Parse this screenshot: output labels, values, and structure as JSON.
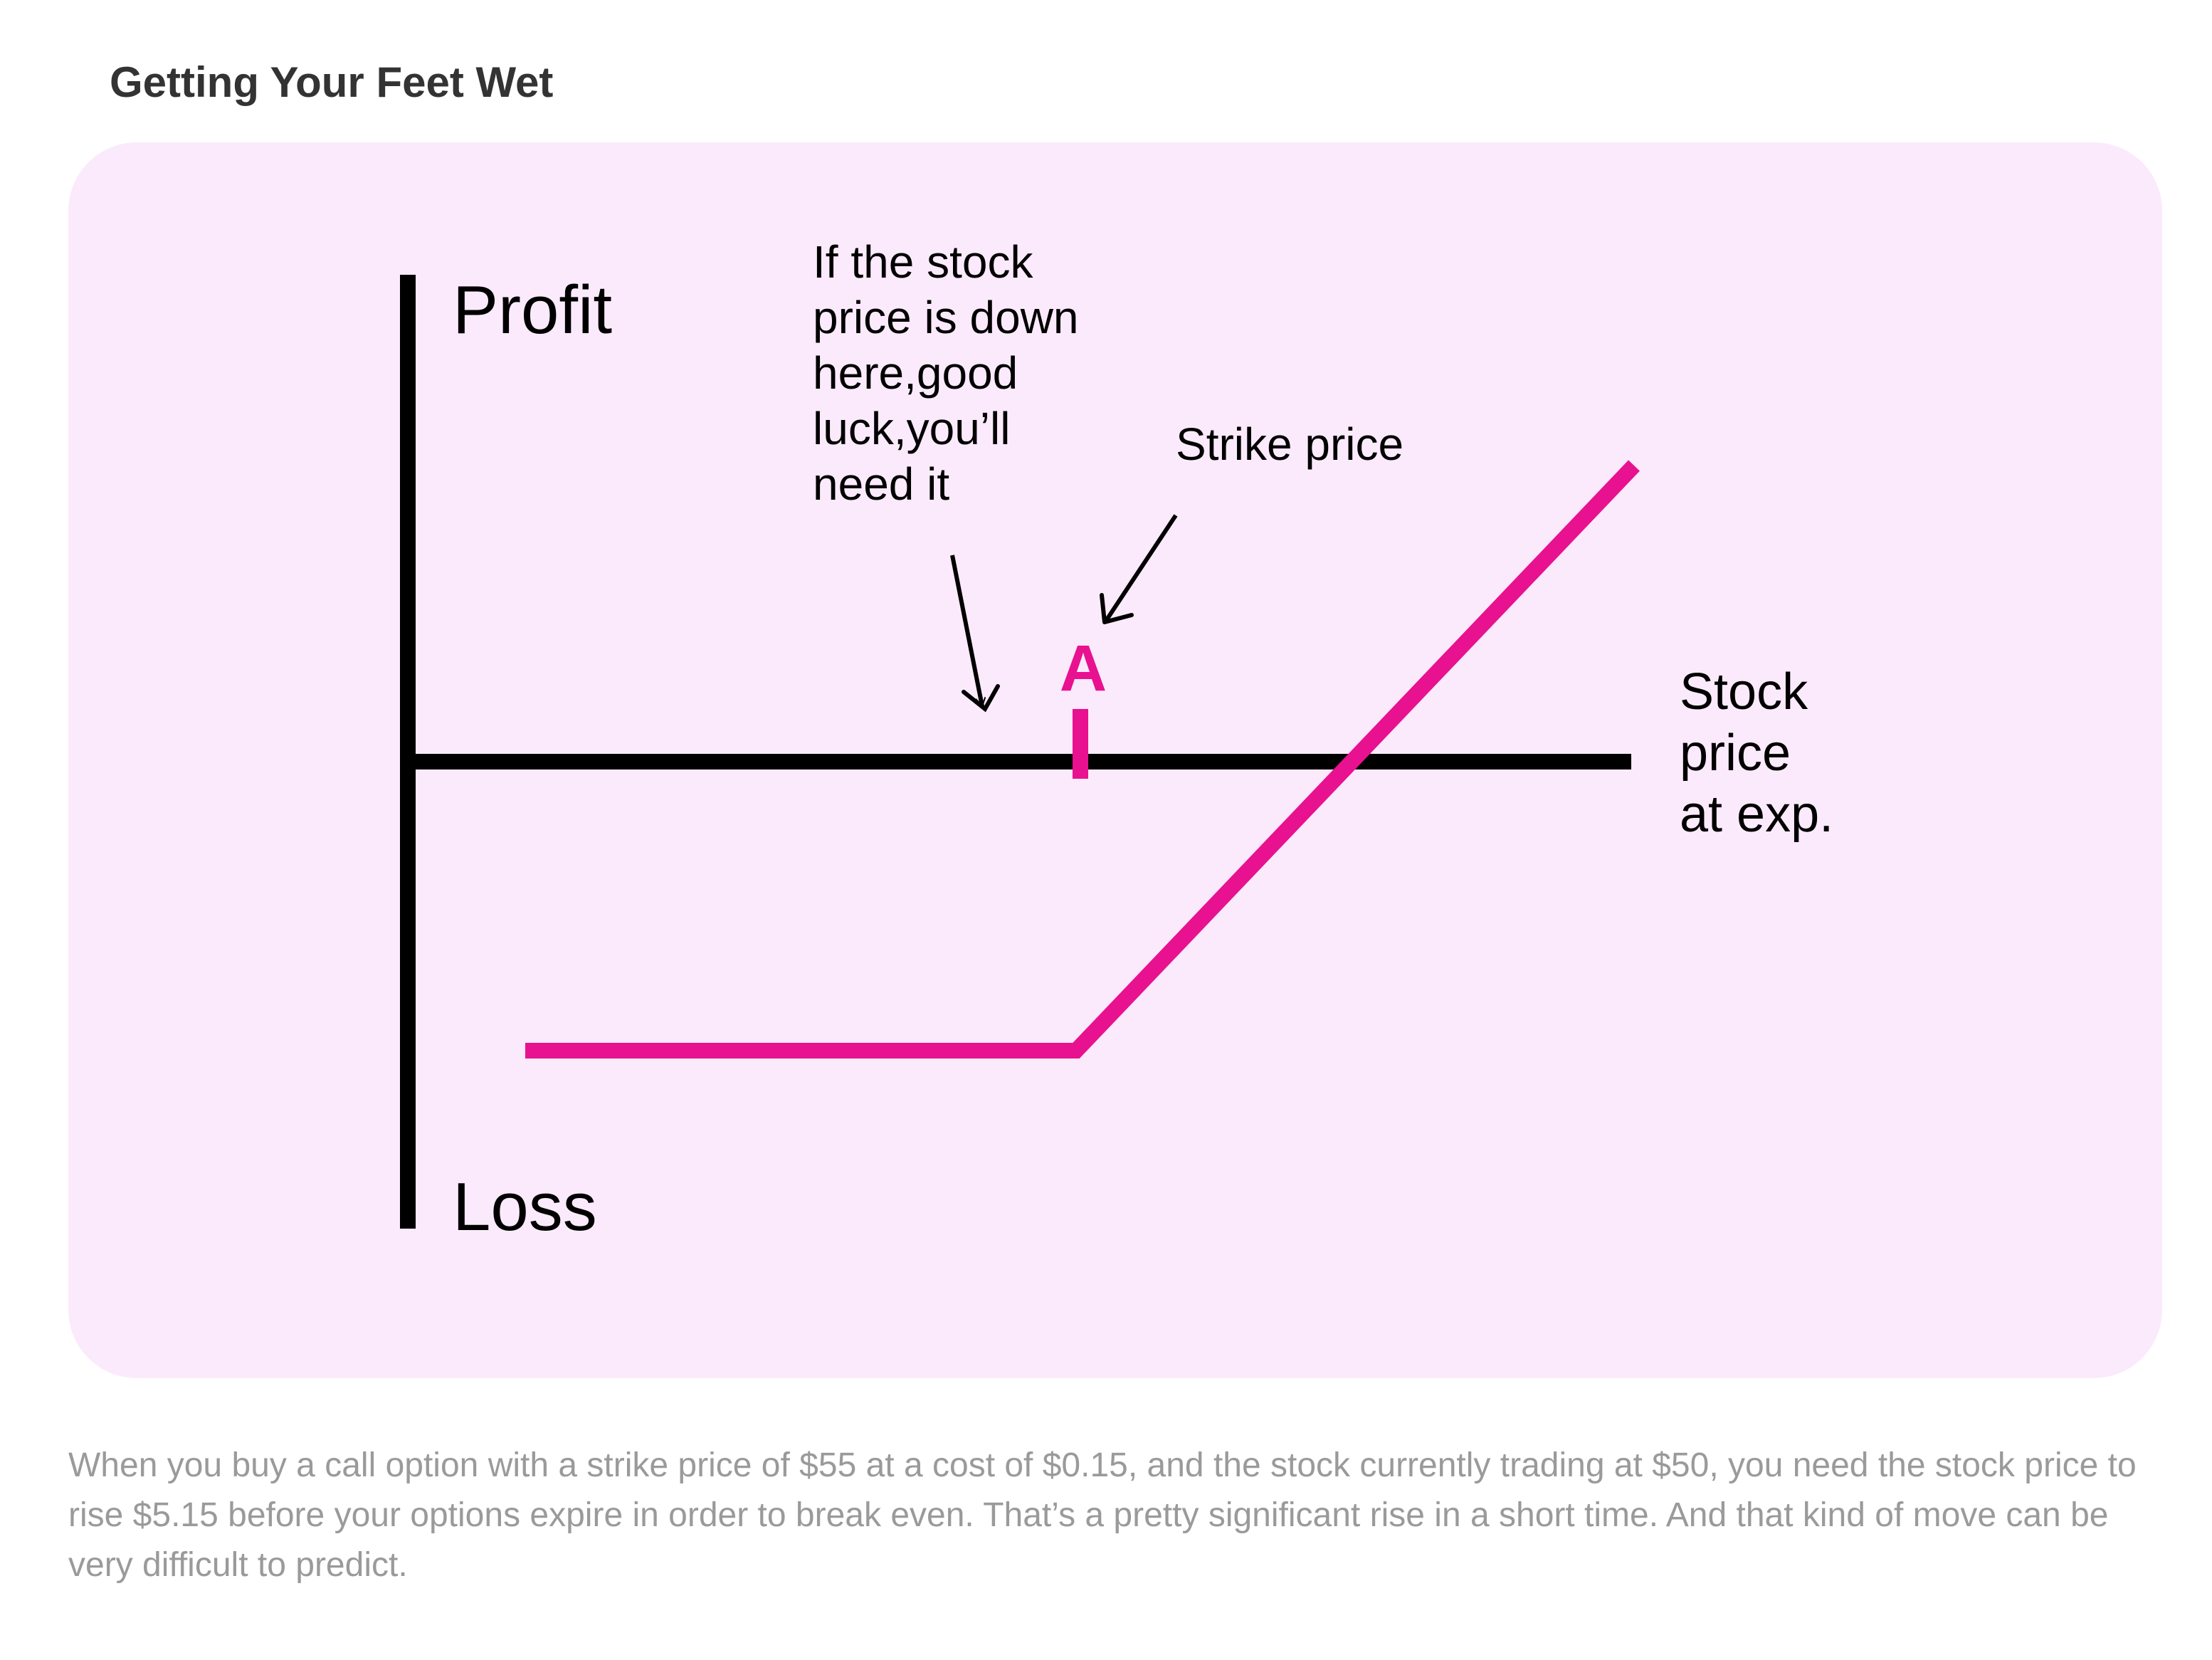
{
  "page": {
    "title": "Getting Your Feet Wet",
    "caption": "When you buy a call option with a strike price of $55 at a cost of $0.15, and the stock currently trading at $50, you need the stock price to rise $5.15 before your options expire in order to break even. That’s a pretty significant rise in a short time. And that kind of move can be very difficult to predict."
  },
  "diagram": {
    "y_axis_top_label": "Profit",
    "y_axis_bottom_label": "Loss",
    "x_axis_label_lines": [
      "Stock",
      "price",
      "at exp."
    ],
    "annotation_low_price_lines": [
      "If the stock",
      "price is down",
      "here,good",
      "luck,you’ll",
      "need it"
    ],
    "annotation_strike": "Strike price",
    "strike_marker_letter": "A",
    "colors": {
      "card_background": "#fbeafc",
      "axes": "#000000",
      "payoff_line": "#e8118f",
      "title_text": "#333333",
      "caption_text": "#9a9a9a"
    }
  }
}
